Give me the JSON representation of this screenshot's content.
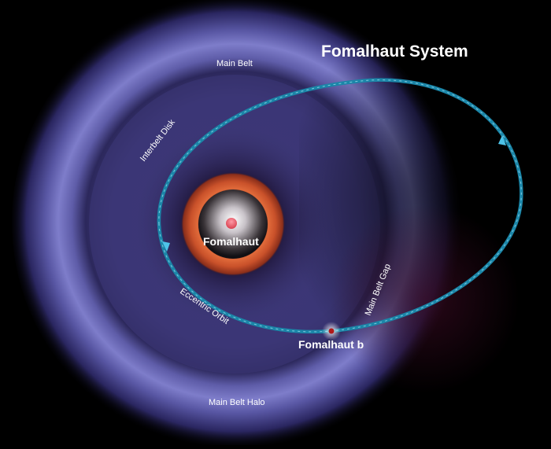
{
  "title": "Fomalhaut System",
  "labels": {
    "main_belt": "Main Belt",
    "interbelt_disk": "Interbelt Disk",
    "star": "Fomalhaut",
    "eccentric_orbit": "Eccentric Orbit",
    "main_belt_gap": "Main Belt Gap",
    "planet": "Fomalhaut b",
    "main_belt_halo": "Main Belt Halo"
  },
  "colors": {
    "background": "#000000",
    "belt": "#7b78c8",
    "disk": "#3f3a78",
    "inner_ring": "#d4532a",
    "orbit": "#1e8fb0",
    "orbit_dash": "#8fd3e8",
    "star": "#f06a78",
    "planet": "#b01a1a",
    "text": "#ffffff"
  }
}
